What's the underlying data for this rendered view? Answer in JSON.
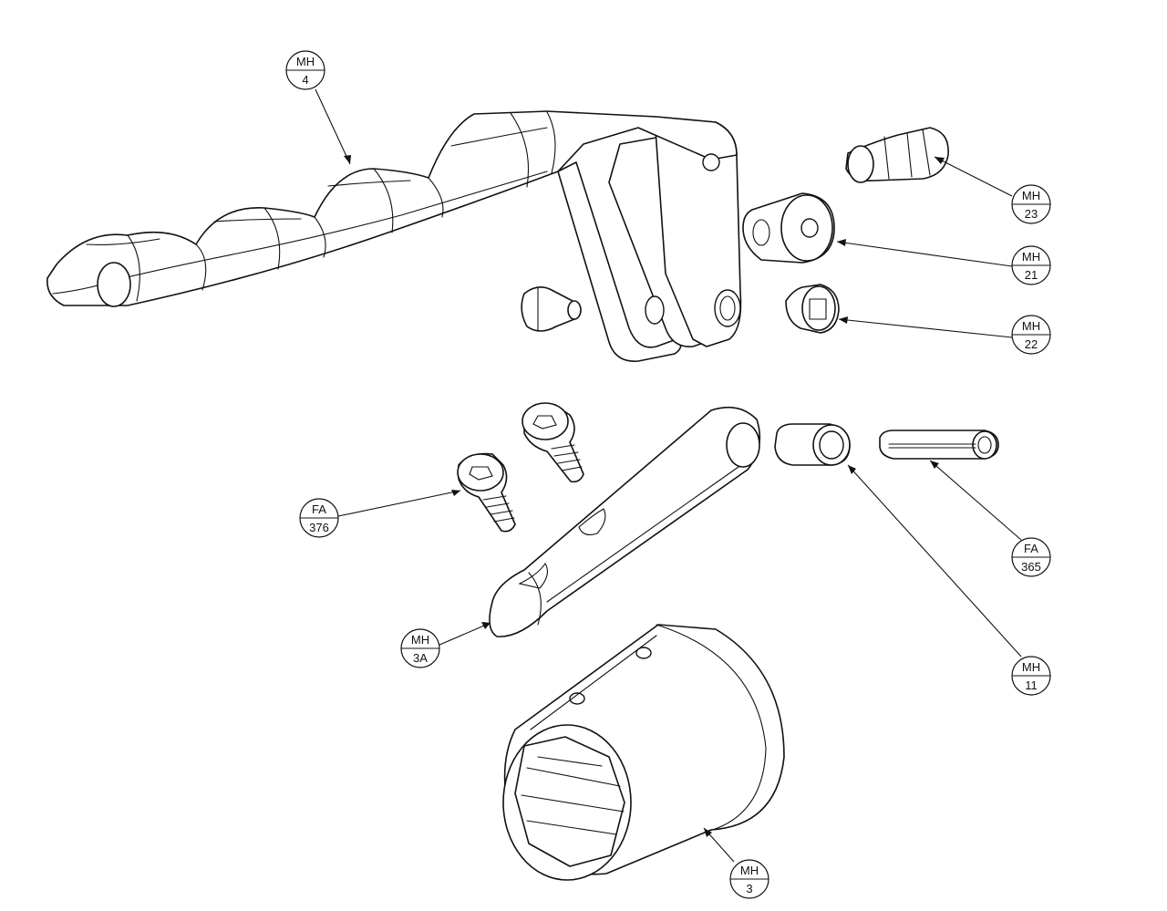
{
  "drawing": {
    "callouts": [
      {
        "id": "mh-4",
        "prefix": "MH",
        "number": "4"
      },
      {
        "id": "mh-23",
        "prefix": "MH",
        "number": "23"
      },
      {
        "id": "mh-21",
        "prefix": "MH",
        "number": "21"
      },
      {
        "id": "mh-22",
        "prefix": "MH",
        "number": "22"
      },
      {
        "id": "fa-376",
        "prefix": "FA",
        "number": "376"
      },
      {
        "id": "fa-365",
        "prefix": "FA",
        "number": "365"
      },
      {
        "id": "mh-3a",
        "prefix": "MH",
        "number": "3A"
      },
      {
        "id": "mh-11",
        "prefix": "MH",
        "number": "11"
      },
      {
        "id": "mh-3",
        "prefix": "MH",
        "number": "3"
      }
    ]
  }
}
